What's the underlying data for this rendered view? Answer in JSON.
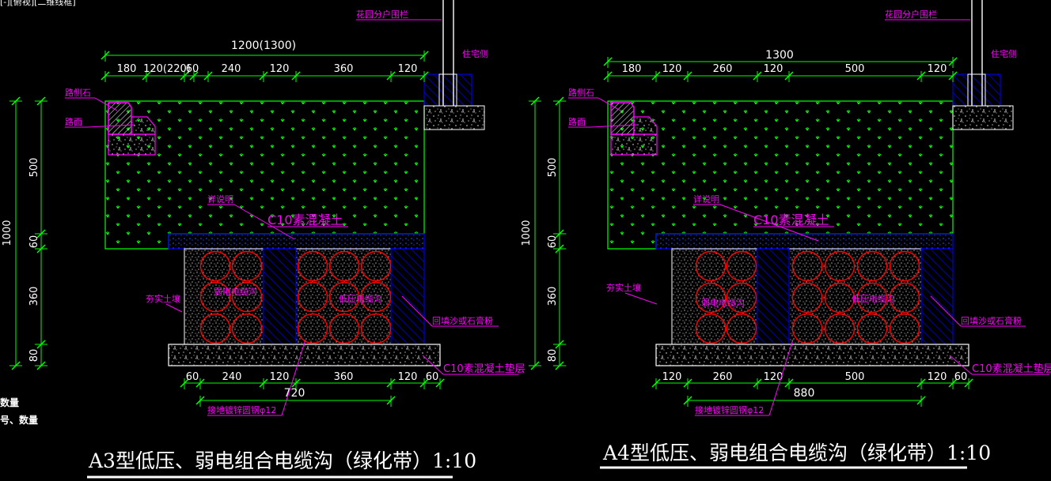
{
  "viewport_label": "[-][俯视][二维线框]",
  "left_note_1": "数量",
  "left_note_2": "号、数量",
  "colors": {
    "background": "#000000",
    "dimension": "#00ff00",
    "label": "#ff00ff",
    "outline": "#00ff00",
    "concrete": "#ffffff",
    "backfill": "#0000ff",
    "cable": "#ff0000",
    "text": "#ffffff"
  },
  "left": {
    "title": "A3型低压、弱电组合电缆沟（绿化带）1:10",
    "top_total": "1200(1300)",
    "top_dims": [
      "180",
      "120(220)",
      "60",
      "240",
      "120",
      "360",
      "120"
    ],
    "bottom_dims": [
      "60",
      "240",
      "120",
      "360",
      "120",
      "60"
    ],
    "bottom_total": "720",
    "vertical_total": "1000",
    "vertical_dims": [
      "500",
      "60",
      "360",
      "80"
    ],
    "labels": {
      "fence": "花园分户围栏",
      "residence": "住宅侧",
      "curb": "路侧石",
      "road": "路面",
      "detail": "详说明",
      "c10": "C10素混凝土",
      "compact": "夯实土壤",
      "weak": "弱电电缆沟",
      "low": "低压电缆沟",
      "backfill": "回填沙或石膏粉",
      "c10_pad": "C10素混凝土垫层",
      "ground": "接地镀锌圆钢φ12"
    }
  },
  "right": {
    "title": "A4型低压、弱电组合电缆沟（绿化带）1:10",
    "top_total": "1300",
    "top_dims": [
      "180",
      "120",
      "260",
      "120",
      "500",
      "120"
    ],
    "bottom_dims": [
      "120",
      "260",
      "120",
      "500",
      "120",
      "60"
    ],
    "bottom_total": "880",
    "vertical_total": "1000",
    "vertical_dims": [
      "500",
      "60",
      "360",
      "80"
    ],
    "labels": {
      "fence": "花园分户围栏",
      "residence": "住宅侧",
      "curb": "路侧石",
      "road": "路面",
      "detail": "详说明",
      "c10": "C10素混凝土",
      "compact": "夯实土壤",
      "weak": "弱电电缆沟",
      "low": "低压电缆沟",
      "backfill": "回填沙或石膏粉",
      "c10_pad": "C10素混凝土垫层",
      "ground": "接地镀锌圆钢φ12"
    }
  }
}
